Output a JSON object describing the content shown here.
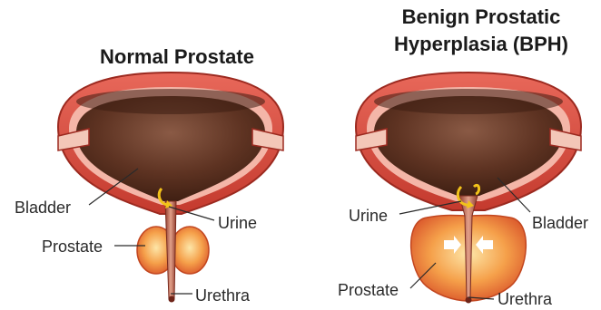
{
  "panels": {
    "normal": {
      "title": "Normal Prostate",
      "labels": {
        "bladder": "Bladder",
        "urine": "Urine",
        "prostate": "Prostate",
        "urethra": "Urethra"
      }
    },
    "bph": {
      "title": "Benign Prostatic\nHyperplasia (BPH)",
      "title_line1": "Benign Prostatic",
      "title_line2": "Hyperplasia (BPH)",
      "labels": {
        "bladder": "Bladder",
        "urine": "Urine",
        "prostate": "Prostate",
        "urethra": "Urethra"
      }
    }
  },
  "colors": {
    "bladder_wall": "#d8473a",
    "bladder_inner": "#5e3322",
    "prostate": "#f08a3c",
    "urethra": "#b0503d"
  }
}
